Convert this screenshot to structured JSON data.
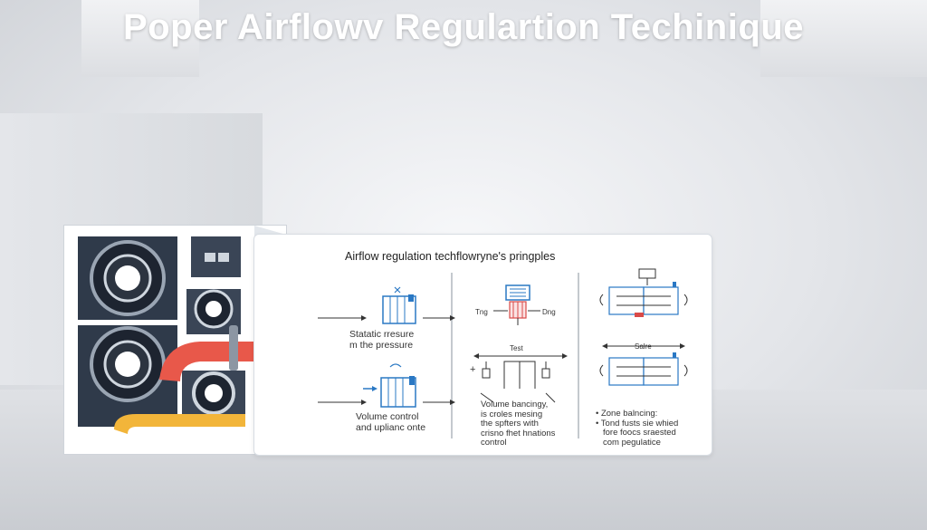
{
  "title": "Poper Airflowv Regulartion Techinique",
  "panel": {
    "heading": "Airflow regulation techflowryne's pringples",
    "section1": {
      "top_label_line1": "Statatic rresure",
      "top_label_line2": "m the pressure",
      "bottom_label_line1": "Volume control",
      "bottom_label_line2": "and uplianc onte"
    },
    "section2": {
      "left_tag": "Tng",
      "right_tag": "Dng",
      "test_label": "Test",
      "plus": "+",
      "desc_line1": "Volume bancingy,",
      "desc_line2": "is croles mesing",
      "desc_line3": "the spfters with",
      "desc_line4": "crisno fhet hnations",
      "desc_line5": "control"
    },
    "section3": {
      "scale_label": "Salre",
      "bullet1": "• Zone balncing:",
      "bullet2_line1": "• Tond fusts sie whied",
      "bullet2_line2": "fore foocs sraested",
      "bullet2_line3": "com pegulatice"
    }
  },
  "colors": {
    "pipe_red": "#e8584a",
    "pipe_yellow": "#f2b53a",
    "accent_blue": "#2a78c4",
    "accent_red": "#d94a48"
  }
}
